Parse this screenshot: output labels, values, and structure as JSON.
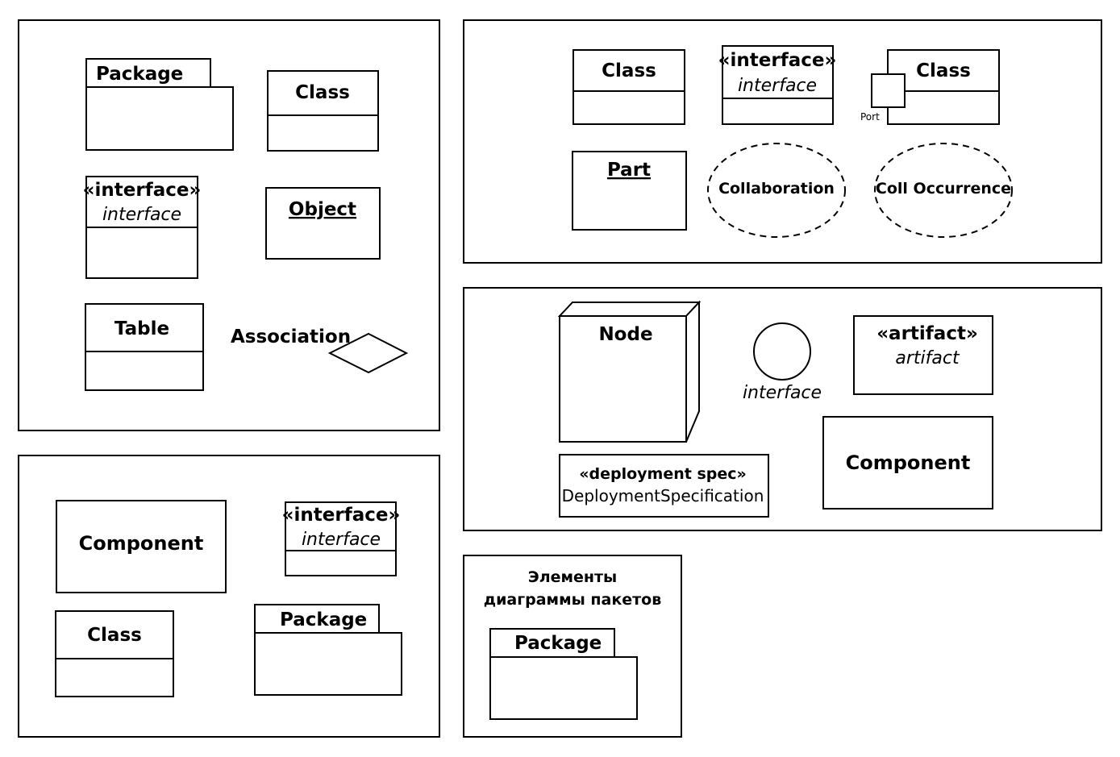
{
  "panel_class_diagram": {
    "package": "Package",
    "class": "Class",
    "interface_stereotype": "«interface»",
    "interface_name": "interface",
    "object": "Object",
    "table": "Table",
    "association": "Association"
  },
  "panel_composite_structure": {
    "class": "Class",
    "interface_stereotype": "«interface»",
    "interface_name": "interface",
    "class_with_port": "Class",
    "port": "Port",
    "part": "Part",
    "collaboration": "Collaboration",
    "coll_occurrence": "Coll Occurrence"
  },
  "panel_deployment": {
    "node": "Node",
    "interface": "interface",
    "artifact_stereotype": "«artifact»",
    "artifact_name": "artifact",
    "deployment_spec_stereotype": "«deployment spec»",
    "deployment_spec_name": "DeploymentSpecification",
    "component": "Component"
  },
  "panel_component": {
    "component": "Component",
    "interface_stereotype": "«interface»",
    "interface_name": "interface",
    "class": "Class",
    "package": "Package"
  },
  "panel_package_diagram": {
    "title_line1": "Элементы",
    "title_line2": "диаграммы пакетов",
    "package": "Package"
  }
}
